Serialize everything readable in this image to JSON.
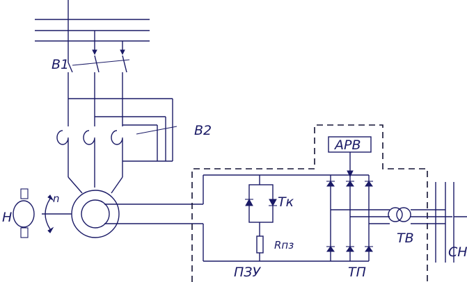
{
  "labels": {
    "breaker1": "В1",
    "breaker2": "В2",
    "motor": "Н",
    "speed": "n",
    "regulator": "АРВ",
    "crowbar_thyristors": "Тк",
    "protection_resistor": "Rпз",
    "protection_unit": "ПЗУ",
    "converter": "ТП",
    "transformer": "ТВ",
    "aux_bus": "СН"
  }
}
